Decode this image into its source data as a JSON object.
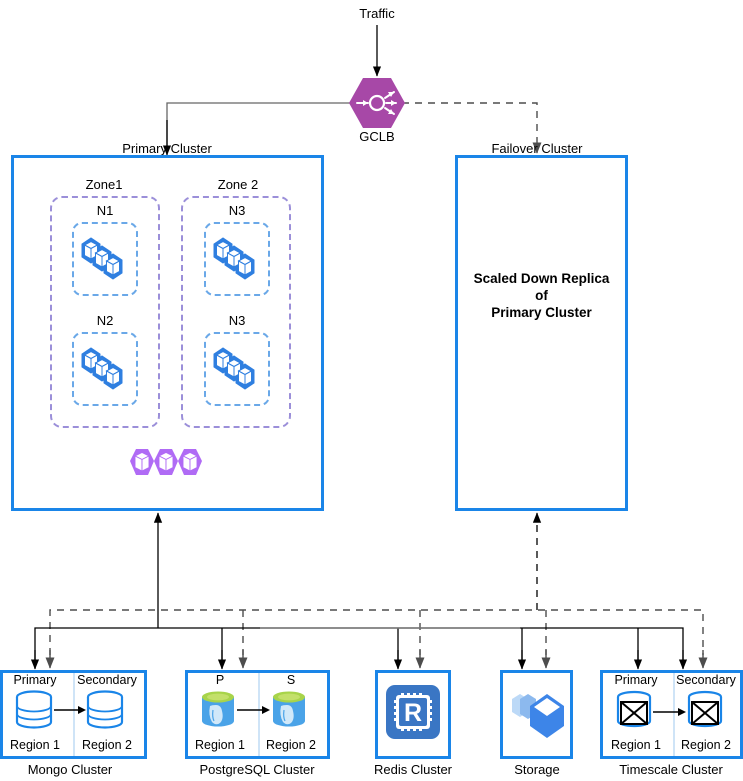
{
  "diagram": {
    "traffic_label": "Traffic",
    "gclb": {
      "label": "GCLB",
      "icon": "load-balancer-icon",
      "color": "#a748a7"
    }
  },
  "primary_cluster": {
    "title": "Primary Cluster",
    "zones": [
      {
        "name": "Zone1",
        "nodes": [
          {
            "name": "N1",
            "icon": "node-cubes-icon"
          },
          {
            "name": "N2",
            "icon": "node-cubes-icon"
          }
        ]
      },
      {
        "name": "Zone 2",
        "nodes": [
          {
            "name": "N3",
            "icon": "node-cubes-icon"
          },
          {
            "name": "N3",
            "icon": "node-cubes-icon"
          }
        ]
      }
    ],
    "pods_icon": "pods-cubes-icon"
  },
  "failover_cluster": {
    "title": "Failover Cluster",
    "body_line1": "Scaled Down Replica",
    "body_line2": "of",
    "body_line3": "Primary Cluster"
  },
  "datastores": [
    {
      "caption": "Mongo Cluster",
      "type": "split",
      "left": {
        "role": "Primary",
        "region": "Region 1",
        "icon": "mongo-db-icon"
      },
      "right": {
        "role": "Secondary",
        "region": "Region 2",
        "icon": "mongo-db-icon"
      }
    },
    {
      "caption": "PostgreSQL Cluster",
      "type": "split",
      "left": {
        "role": "P",
        "region": "Region 1",
        "icon": "postgres-db-icon"
      },
      "right": {
        "role": "S",
        "region": "Region 2",
        "icon": "postgres-db-icon"
      }
    },
    {
      "caption": "Redis Cluster",
      "type": "single",
      "icon": "redis-chip-icon"
    },
    {
      "caption": "Storage",
      "type": "single",
      "icon": "storage-cubes-icon"
    },
    {
      "caption": "Timescale Cluster",
      "type": "split",
      "left": {
        "role": "Primary",
        "region": "Region 1",
        "icon": "timescale-db-icon"
      },
      "right": {
        "role": "Secondary",
        "region": "Region 2",
        "icon": "timescale-db-icon"
      }
    }
  ],
  "colors": {
    "cluster_border": "#1a85e8",
    "zone_border": "#9b8fd9",
    "node_border": "#6aa8e8",
    "gclb_purple": "#a748a7",
    "pods_purple": "#b06bf5",
    "connector_solid": "#000000",
    "connector_dashed": "#555555"
  }
}
